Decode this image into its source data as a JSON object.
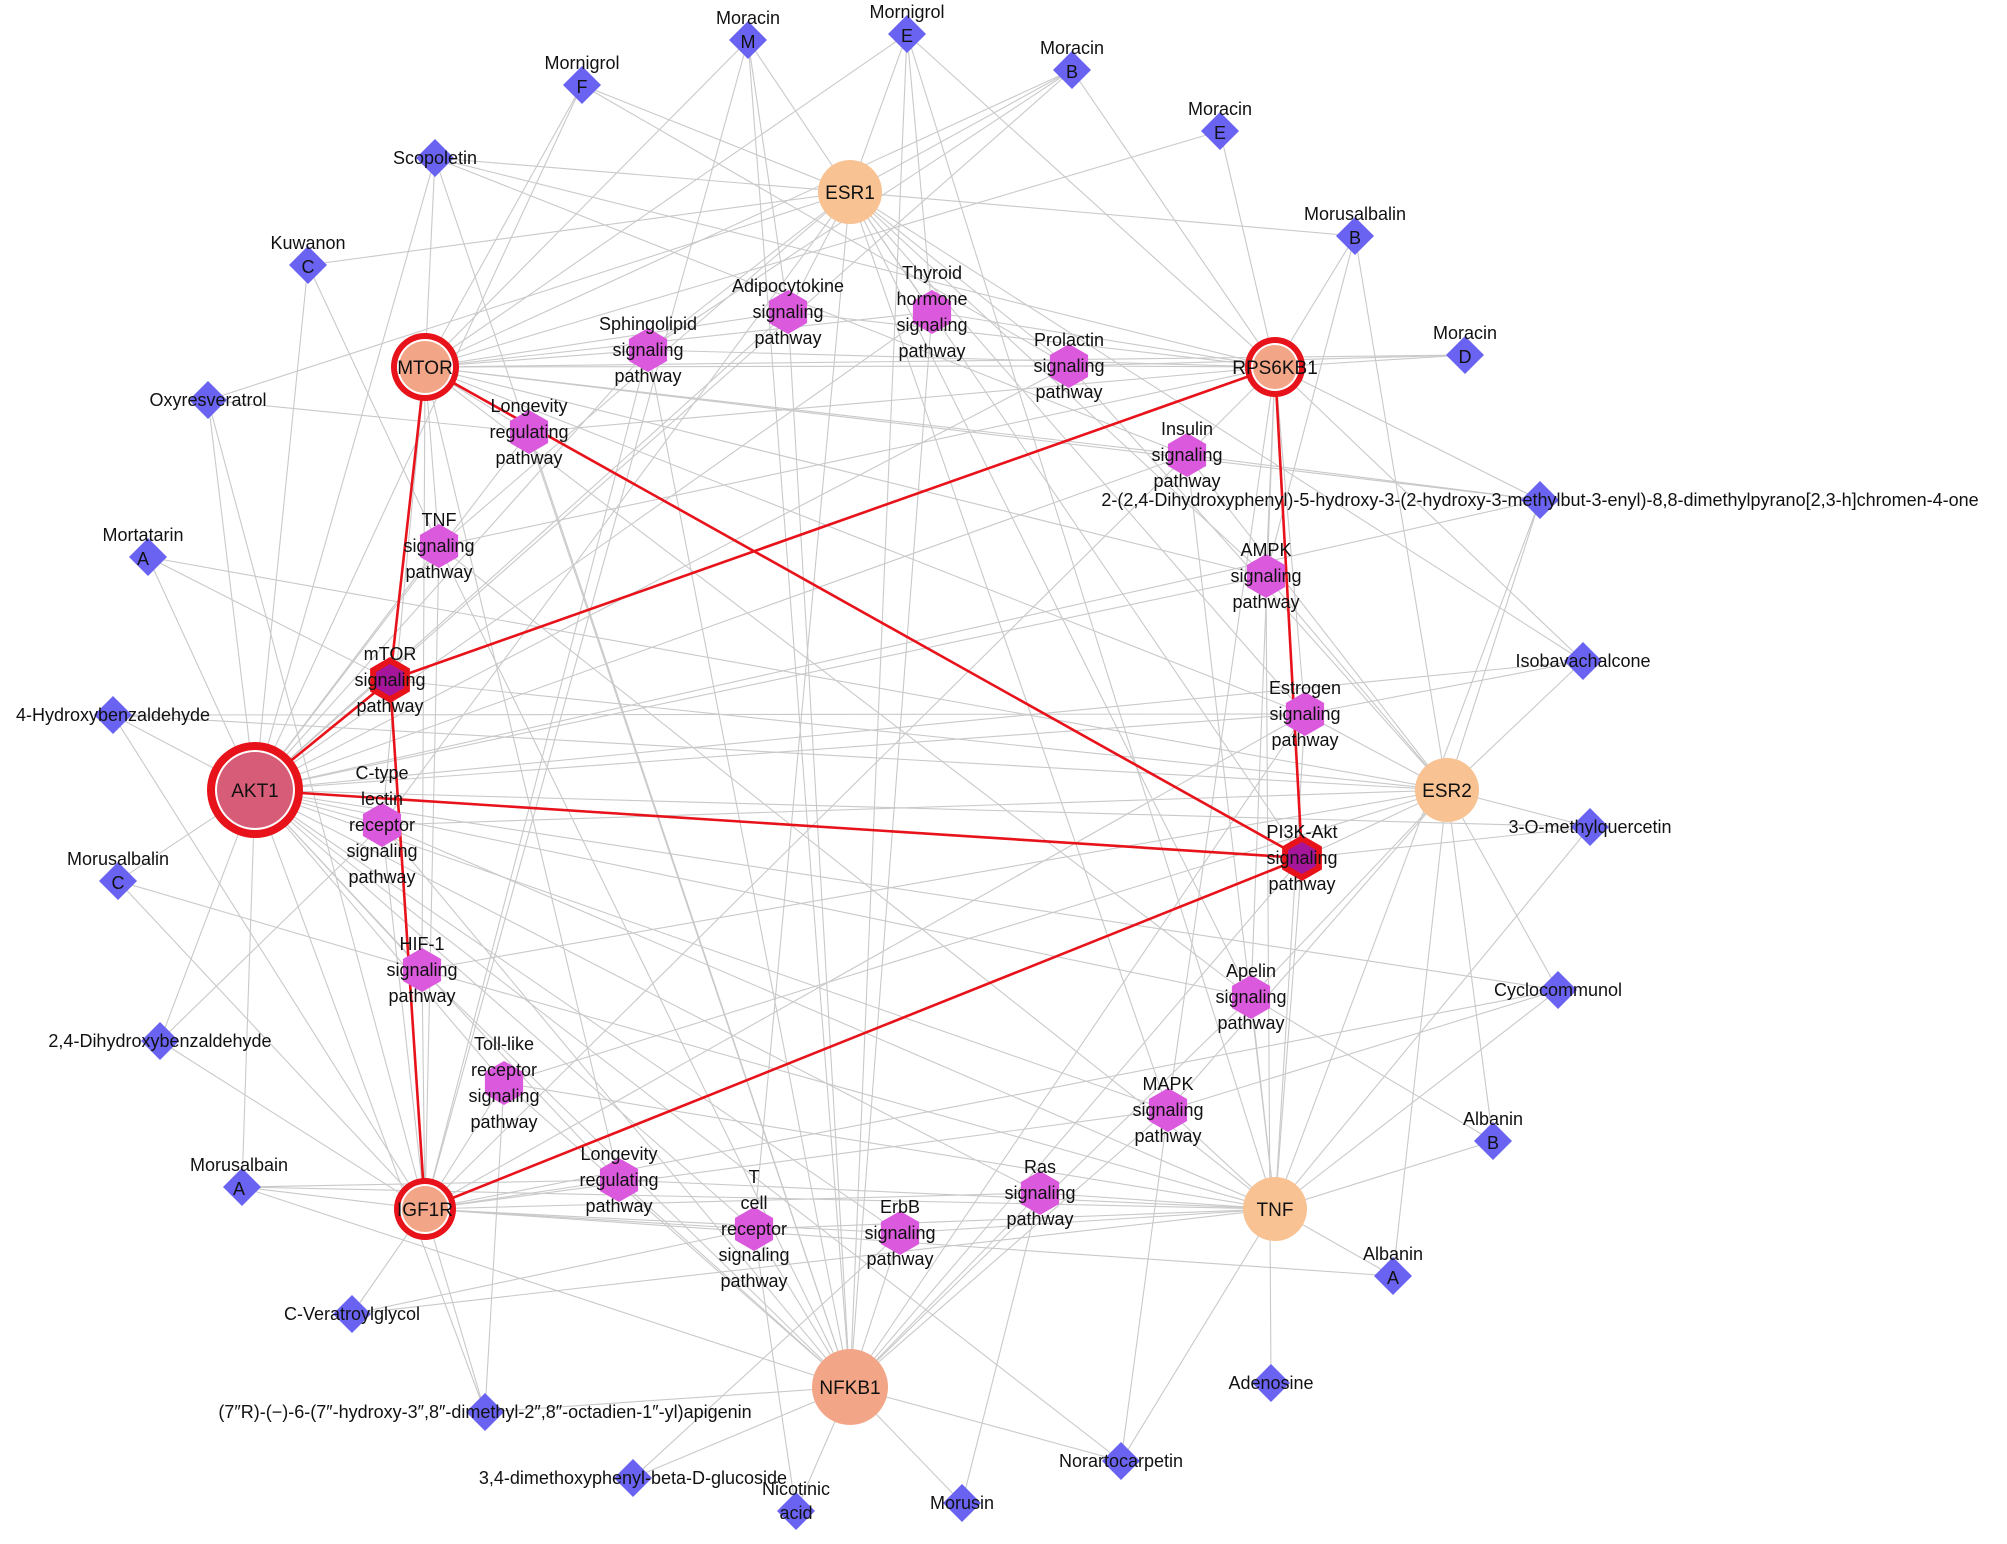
{
  "chart_data": {
    "type": "network",
    "colors": {
      "compound": "#6a63f2",
      "pathway": "#db59dc",
      "pathway_hub_fill": "#a6169a",
      "target": "#f8c293",
      "target_mid": "#f3a687",
      "hub_ring": "#e8121a",
      "akt1_fill": "#d65c78",
      "edge": "#c9c9c9",
      "hub_edge": "#e8121a"
    },
    "targets": [
      {
        "id": "AKT1",
        "label": "AKT1",
        "hub": true
      },
      {
        "id": "MTOR",
        "label": "MTOR",
        "hub": true
      },
      {
        "id": "IGF1R",
        "label": "IGF1R",
        "hub": true
      },
      {
        "id": "RPS6KB1",
        "label": "RPS6KB1",
        "hub": true
      },
      {
        "id": "ESR1",
        "label": "ESR1",
        "hub": false
      },
      {
        "id": "ESR2",
        "label": "ESR2",
        "hub": false
      },
      {
        "id": "TNF",
        "label": "TNF",
        "hub": false
      },
      {
        "id": "NFKB1",
        "label": "NFKB1",
        "hub": false
      }
    ],
    "pathways": [
      {
        "id": "p_sphingo",
        "label": [
          "Sphingolipid",
          "signaling",
          "pathway"
        ],
        "hub": false
      },
      {
        "id": "p_adipo",
        "label": [
          "Adipocytokine",
          "signaling",
          "pathway"
        ],
        "hub": false
      },
      {
        "id": "p_thyroid",
        "label": [
          "Thyroid",
          "hormone",
          "signaling",
          "pathway"
        ],
        "hub": false
      },
      {
        "id": "p_prolactin",
        "label": [
          "Prolactin",
          "signaling",
          "pathway"
        ],
        "hub": false
      },
      {
        "id": "p_longevity1",
        "label": [
          "Longevity",
          "regulating",
          "pathway"
        ],
        "hub": false
      },
      {
        "id": "p_insulin",
        "label": [
          "Insulin",
          "signaling",
          "pathway"
        ],
        "hub": false
      },
      {
        "id": "p_tnf",
        "label": [
          "TNF",
          "signaling",
          "pathway"
        ],
        "hub": false
      },
      {
        "id": "p_ampk",
        "label": [
          "AMPK",
          "signaling",
          "pathway"
        ],
        "hub": false
      },
      {
        "id": "p_mtor",
        "label": [
          "mTOR",
          "signaling",
          "pathway"
        ],
        "hub": true
      },
      {
        "id": "p_estrogen",
        "label": [
          "Estrogen",
          "signaling",
          "pathway"
        ],
        "hub": false
      },
      {
        "id": "p_ctype",
        "label": [
          "C-type",
          "lectin",
          "receptor",
          "signaling",
          "pathway"
        ],
        "hub": false
      },
      {
        "id": "p_pi3k",
        "label": [
          "PI3K-Akt",
          "signaling",
          "pathway"
        ],
        "hub": true
      },
      {
        "id": "p_hif1",
        "label": [
          "HIF-1",
          "signaling",
          "pathway"
        ],
        "hub": false
      },
      {
        "id": "p_apelin",
        "label": [
          "Apelin",
          "signaling",
          "pathway"
        ],
        "hub": false
      },
      {
        "id": "p_toll",
        "label": [
          "Toll-like",
          "receptor",
          "signaling",
          "pathway"
        ],
        "hub": false
      },
      {
        "id": "p_mapk",
        "label": [
          "MAPK",
          "signaling",
          "pathway"
        ],
        "hub": false
      },
      {
        "id": "p_longevity2",
        "label": [
          "Longevity",
          "regulating",
          "pathway"
        ],
        "hub": false
      },
      {
        "id": "p_tcell",
        "label": [
          "T",
          "cell",
          "receptor",
          "signaling",
          "pathway"
        ],
        "hub": false
      },
      {
        "id": "p_ras",
        "label": [
          "Ras",
          "signaling",
          "pathway"
        ],
        "hub": false
      },
      {
        "id": "p_erbb",
        "label": [
          "ErbB",
          "signaling",
          "pathway"
        ],
        "hub": false
      }
    ],
    "compounds": [
      {
        "id": "c_moracinM",
        "label": [
          "Moracin",
          "M"
        ]
      },
      {
        "id": "c_mornigrolE",
        "label": [
          "Mornigrol",
          "E"
        ]
      },
      {
        "id": "c_moracinB",
        "label": [
          "Moracin",
          "B"
        ]
      },
      {
        "id": "c_mornigrolF",
        "label": [
          "Mornigrol",
          "F"
        ]
      },
      {
        "id": "c_moracinE",
        "label": [
          "Moracin",
          "E"
        ]
      },
      {
        "id": "c_scopoletin",
        "label": [
          "Scopoletin"
        ]
      },
      {
        "id": "c_morusalbainB",
        "label": [
          "Morusalbalin",
          "B"
        ]
      },
      {
        "id": "c_kuwanonC",
        "label": [
          "Kuwanon",
          "C"
        ]
      },
      {
        "id": "c_moracinD",
        "label": [
          "Moracin",
          "D"
        ]
      },
      {
        "id": "c_oxyres",
        "label": [
          "Oxyresveratrol"
        ]
      },
      {
        "id": "c_dihydroxyphenyl",
        "label": [
          "2-(2,4-Dihydroxyphenyl)-5-hydroxy-3-(2-hydroxy-3-methylbut-3-enyl)-8,8-dimethylpyrano[2,3-h]chromen-4-one"
        ]
      },
      {
        "id": "c_mortatarinA",
        "label": [
          "Mortatarin",
          "A"
        ]
      },
      {
        "id": "c_isobava",
        "label": [
          "Isobavachalcone"
        ]
      },
      {
        "id": "c_4hb",
        "label": [
          "4-Hydroxybenzaldehyde"
        ]
      },
      {
        "id": "c_3omq",
        "label": [
          "3-O-methylquercetin"
        ]
      },
      {
        "id": "c_morusalbainC",
        "label": [
          "Morusalbalin",
          "C"
        ]
      },
      {
        "id": "c_cyclocomm",
        "label": [
          "Cyclocommunol"
        ]
      },
      {
        "id": "c_24dhb",
        "label": [
          "2,4-Dihydroxybenzaldehyde"
        ]
      },
      {
        "id": "c_albaninB",
        "label": [
          "Albanin",
          "B"
        ]
      },
      {
        "id": "c_morusalbainA",
        "label": [
          "Morusalbain",
          "A"
        ]
      },
      {
        "id": "c_albaninA",
        "label": [
          "Albanin",
          "A"
        ]
      },
      {
        "id": "c_cvera",
        "label": [
          "C-Veratroylglycol"
        ]
      },
      {
        "id": "c_adenosine",
        "label": [
          "Adenosine"
        ]
      },
      {
        "id": "c_apigenin",
        "label": [
          "(7″R)-(−)-6-(7″-hydroxy-3″,8″-dimethyl-2″,8″-octadien-1″-yl)apigenin"
        ]
      },
      {
        "id": "c_noratro",
        "label": [
          "Norartocarpetin"
        ]
      },
      {
        "id": "c_34dmp",
        "label": [
          "3,4-dimethoxyphenyl-beta-D-glucoside"
        ]
      },
      {
        "id": "c_nicotinic",
        "label": [
          "Nicotinic",
          "acid"
        ]
      },
      {
        "id": "c_morusin",
        "label": [
          "Morusin"
        ]
      }
    ],
    "edges": [
      [
        "AKT1",
        "p_mtor"
      ],
      [
        "AKT1",
        "p_pi3k"
      ],
      [
        "MTOR",
        "p_mtor"
      ],
      [
        "MTOR",
        "p_pi3k"
      ],
      [
        "IGF1R",
        "p_mtor"
      ],
      [
        "IGF1R",
        "p_pi3k"
      ],
      [
        "RPS6KB1",
        "p_mtor"
      ],
      [
        "RPS6KB1",
        "p_pi3k"
      ],
      [
        "AKT1",
        "c_4hb"
      ],
      [
        "AKT1",
        "c_mortatarinA"
      ],
      [
        "AKT1",
        "c_morusalbainC"
      ],
      [
        "AKT1",
        "c_oxyres"
      ],
      [
        "AKT1",
        "c_kuwanonC"
      ],
      [
        "AKT1",
        "c_scopoletin"
      ],
      [
        "AKT1",
        "c_24dhb"
      ],
      [
        "AKT1",
        "c_morusalbainA"
      ],
      [
        "AKT1",
        "c_mornigrolF"
      ],
      [
        "AKT1",
        "c_moracinB"
      ],
      [
        "AKT1",
        "c_isobava"
      ],
      [
        "AKT1",
        "c_3omq"
      ],
      [
        "AKT1",
        "c_dihydroxyphenyl"
      ],
      [
        "AKT1",
        "c_cyclocomm"
      ],
      [
        "AKT1",
        "c_apigenin"
      ],
      [
        "AKT1",
        "c_noratro"
      ],
      [
        "AKT1",
        "p_tnf"
      ],
      [
        "AKT1",
        "p_ctype"
      ],
      [
        "AKT1",
        "p_hif1"
      ],
      [
        "AKT1",
        "p_longevity1"
      ],
      [
        "AKT1",
        "p_sphingo"
      ],
      [
        "AKT1",
        "p_toll"
      ],
      [
        "AKT1",
        "p_longevity2"
      ],
      [
        "AKT1",
        "p_tcell"
      ],
      [
        "AKT1",
        "p_erbb"
      ],
      [
        "AKT1",
        "p_ras"
      ],
      [
        "AKT1",
        "p_mapk"
      ],
      [
        "AKT1",
        "p_estrogen"
      ],
      [
        "AKT1",
        "p_insulin"
      ],
      [
        "AKT1",
        "p_apelin"
      ],
      [
        "AKT1",
        "p_adipo"
      ],
      [
        "AKT1",
        "p_prolactin"
      ],
      [
        "AKT1",
        "p_thyroid"
      ],
      [
        "AKT1",
        "p_ampk"
      ],
      [
        "MTOR",
        "c_mornigrolF"
      ],
      [
        "MTOR",
        "c_scopoletin"
      ],
      [
        "MTOR",
        "c_moracinM"
      ],
      [
        "MTOR",
        "c_mornigrolE"
      ],
      [
        "MTOR",
        "c_moracinB"
      ],
      [
        "MTOR",
        "c_moracinE"
      ],
      [
        "MTOR",
        "c_moracinD"
      ],
      [
        "MTOR",
        "c_dihydroxyphenyl"
      ],
      [
        "MTOR",
        "p_sphingo"
      ],
      [
        "MTOR",
        "p_adipo"
      ],
      [
        "MTOR",
        "p_thyroid"
      ],
      [
        "MTOR",
        "p_prolactin"
      ],
      [
        "MTOR",
        "p_longevity1"
      ],
      [
        "MTOR",
        "p_insulin"
      ],
      [
        "MTOR",
        "p_tnf"
      ],
      [
        "MTOR",
        "p_ampk"
      ],
      [
        "MTOR",
        "p_hif1"
      ],
      [
        "MTOR",
        "p_ctype"
      ],
      [
        "MTOR",
        "p_estrogen"
      ],
      [
        "MTOR",
        "p_longevity2"
      ],
      [
        "MTOR",
        "p_apelin"
      ],
      [
        "IGF1R",
        "c_morusalbainA"
      ],
      [
        "IGF1R",
        "c_24dhb"
      ],
      [
        "IGF1R",
        "c_cvera"
      ],
      [
        "IGF1R",
        "c_apigenin"
      ],
      [
        "IGF1R",
        "c_4hb"
      ],
      [
        "IGF1R",
        "c_morusalbainC"
      ],
      [
        "IGF1R",
        "c_moracinM"
      ],
      [
        "IGF1R",
        "c_albaninA"
      ],
      [
        "IGF1R",
        "c_cyclocomm"
      ],
      [
        "IGF1R",
        "c_oxyres"
      ],
      [
        "IGF1R",
        "p_hif1"
      ],
      [
        "IGF1R",
        "p_toll"
      ],
      [
        "IGF1R",
        "p_longevity2"
      ],
      [
        "IGF1R",
        "p_tcell"
      ],
      [
        "IGF1R",
        "p_erbb"
      ],
      [
        "IGF1R",
        "p_ras"
      ],
      [
        "IGF1R",
        "p_mapk"
      ],
      [
        "IGF1R",
        "p_ctype"
      ],
      [
        "IGF1R",
        "p_tnf"
      ],
      [
        "IGF1R",
        "p_sphingo"
      ],
      [
        "IGF1R",
        "p_insulin"
      ],
      [
        "IGF1R",
        "p_estrogen"
      ],
      [
        "RPS6KB1",
        "c_moracinD"
      ],
      [
        "RPS6KB1",
        "c_morusalbainB"
      ],
      [
        "RPS6KB1",
        "c_moracinE"
      ],
      [
        "RPS6KB1",
        "c_moracinB"
      ],
      [
        "RPS6KB1",
        "c_mornigrolE"
      ],
      [
        "RPS6KB1",
        "c_dihydroxyphenyl"
      ],
      [
        "RPS6KB1",
        "c_isobava"
      ],
      [
        "RPS6KB1",
        "c_scopoletin"
      ],
      [
        "RPS6KB1",
        "p_insulin"
      ],
      [
        "RPS6KB1",
        "p_ampk"
      ],
      [
        "RPS6KB1",
        "p_estrogen"
      ],
      [
        "RPS6KB1",
        "p_prolactin"
      ],
      [
        "RPS6KB1",
        "p_sphingo"
      ],
      [
        "RPS6KB1",
        "p_longevity1"
      ],
      [
        "RPS6KB1",
        "p_thyroid"
      ],
      [
        "RPS6KB1",
        "p_apelin"
      ],
      [
        "RPS6KB1",
        "p_mapk"
      ],
      [
        "RPS6KB1",
        "p_tnf"
      ],
      [
        "RPS6KB1",
        "p_adipo"
      ],
      [
        "ESR1",
        "c_scopoletin"
      ],
      [
        "ESR1",
        "c_moracinM"
      ],
      [
        "ESR1",
        "c_mornigrolE"
      ],
      [
        "ESR1",
        "c_moracinB"
      ],
      [
        "ESR1",
        "c_morusalbainB"
      ],
      [
        "ESR1",
        "c_mornigrolF"
      ],
      [
        "ESR1",
        "c_oxyres"
      ],
      [
        "ESR1",
        "c_kuwanonC"
      ],
      [
        "ESR1",
        "c_isobava"
      ],
      [
        "ESR1",
        "p_estrogen"
      ],
      [
        "ESR1",
        "p_thyroid"
      ],
      [
        "ESR1",
        "p_adipo"
      ],
      [
        "ESR1",
        "p_prolactin"
      ],
      [
        "ESR1",
        "p_sphingo"
      ],
      [
        "ESR1",
        "p_tnf"
      ],
      [
        "ESR1",
        "p_ctype"
      ],
      [
        "ESR1",
        "p_pi3k"
      ],
      [
        "ESR1",
        "p_ampk"
      ],
      [
        "ESR1",
        "p_apelin"
      ],
      [
        "ESR1",
        "p_mapk"
      ],
      [
        "ESR1",
        "p_tcell"
      ],
      [
        "ESR2",
        "c_isobava"
      ],
      [
        "ESR2",
        "c_3omq"
      ],
      [
        "ESR2",
        "c_cyclocomm"
      ],
      [
        "ESR2",
        "c_albaninB"
      ],
      [
        "ESR2",
        "c_albaninA"
      ],
      [
        "ESR2",
        "c_dihydroxyphenyl"
      ],
      [
        "ESR2",
        "c_morusalbainB"
      ],
      [
        "ESR2",
        "c_4hb"
      ],
      [
        "ESR2",
        "c_mortatarinA"
      ],
      [
        "ESR2",
        "p_estrogen"
      ],
      [
        "ESR2",
        "p_pi3k"
      ],
      [
        "ESR2",
        "p_ampk"
      ],
      [
        "ESR2",
        "p_insulin"
      ],
      [
        "ESR2",
        "p_mtor"
      ],
      [
        "ESR2",
        "p_ctype"
      ],
      [
        "ESR2",
        "p_apelin"
      ],
      [
        "ESR2",
        "p_mapk"
      ],
      [
        "ESR2",
        "p_prolactin"
      ],
      [
        "ESR2",
        "p_hif1"
      ],
      [
        "ESR2",
        "p_toll"
      ],
      [
        "TNF",
        "c_albaninA"
      ],
      [
        "TNF",
        "c_albaninB"
      ],
      [
        "TNF",
        "c_noratro"
      ],
      [
        "TNF",
        "c_cyclocomm"
      ],
      [
        "TNF",
        "c_morusalbainA"
      ],
      [
        "TNF",
        "c_cvera"
      ],
      [
        "TNF",
        "c_3omq"
      ],
      [
        "TNF",
        "c_dihydroxyphenyl"
      ],
      [
        "TNF",
        "c_mornigrolE"
      ],
      [
        "TNF",
        "p_mapk"
      ],
      [
        "TNF",
        "p_ras"
      ],
      [
        "TNF",
        "p_erbb"
      ],
      [
        "TNF",
        "p_tcell"
      ],
      [
        "TNF",
        "p_apelin"
      ],
      [
        "TNF",
        "p_pi3k"
      ],
      [
        "TNF",
        "p_tnf"
      ],
      [
        "TNF",
        "p_toll"
      ],
      [
        "TNF",
        "p_longevity2"
      ],
      [
        "TNF",
        "p_estrogen"
      ],
      [
        "TNF",
        "p_insulin"
      ],
      [
        "TNF",
        "p_ctype"
      ],
      [
        "TNF",
        "p_hif1"
      ],
      [
        "NFKB1",
        "c_morusin"
      ],
      [
        "NFKB1",
        "c_noratro"
      ],
      [
        "NFKB1",
        "c_nicotinic"
      ],
      [
        "NFKB1",
        "c_34dmp"
      ],
      [
        "NFKB1",
        "c_apigenin"
      ],
      [
        "NFKB1",
        "c_moracinM"
      ],
      [
        "NFKB1",
        "c_mornigrolE"
      ],
      [
        "NFKB1",
        "c_scopoletin"
      ],
      [
        "NFKB1",
        "c_morusalbainA"
      ],
      [
        "NFKB1",
        "p_tcell"
      ],
      [
        "NFKB1",
        "p_erbb"
      ],
      [
        "NFKB1",
        "p_ras"
      ],
      [
        "NFKB1",
        "p_longevity2"
      ],
      [
        "NFKB1",
        "p_toll"
      ],
      [
        "NFKB1",
        "p_hif1"
      ],
      [
        "NFKB1",
        "p_ctype"
      ],
      [
        "NFKB1",
        "p_tnf"
      ],
      [
        "NFKB1",
        "p_mapk"
      ],
      [
        "NFKB1",
        "p_adipo"
      ],
      [
        "NFKB1",
        "p_sphingo"
      ],
      [
        "NFKB1",
        "p_pi3k"
      ],
      [
        "NFKB1",
        "p_apelin"
      ],
      [
        "NFKB1",
        "p_estrogen"
      ],
      [
        "NFKB1",
        "p_thyroid"
      ],
      [
        "NFKB1",
        "p_longevity1"
      ],
      [
        "c_moracinB",
        "p_sphingo"
      ],
      [
        "c_mornigrolE",
        "p_thyroid"
      ],
      [
        "c_moracinM",
        "p_adipo"
      ],
      [
        "c_moracinD",
        "p_prolactin"
      ],
      [
        "c_kuwanonC",
        "p_tnf"
      ],
      [
        "c_oxyres",
        "p_longevity1"
      ],
      [
        "c_morusalbainC",
        "p_hif1"
      ],
      [
        "c_24dhb",
        "p_ctype"
      ],
      [
        "c_isobava",
        "p_estrogen"
      ],
      [
        "c_3omq",
        "p_pi3k"
      ],
      [
        "c_dihydroxyphenyl",
        "p_insulin"
      ],
      [
        "c_cyclocomm",
        "p_mapk"
      ],
      [
        "c_albaninB",
        "p_apelin"
      ],
      [
        "c_morusalbainA",
        "p_longevity2"
      ],
      [
        "c_cvera",
        "p_tcell"
      ],
      [
        "c_34dmp",
        "p_erbb"
      ],
      [
        "c_nicotinic",
        "p_tcell"
      ],
      [
        "c_morusin",
        "p_ras"
      ],
      [
        "c_noratro",
        "p_mapk"
      ],
      [
        "c_adenosine",
        "p_ampk"
      ],
      [
        "c_mortatarinA",
        "p_mtor"
      ],
      [
        "c_4hb",
        "p_estrogen"
      ],
      [
        "c_apigenin",
        "p_toll"
      ],
      [
        "c_morusalbainB",
        "p_ampk"
      ],
      [
        "c_mornigrolF",
        "p_prolactin"
      ],
      [
        "c_scopoletin",
        "p_insulin"
      ]
    ]
  }
}
